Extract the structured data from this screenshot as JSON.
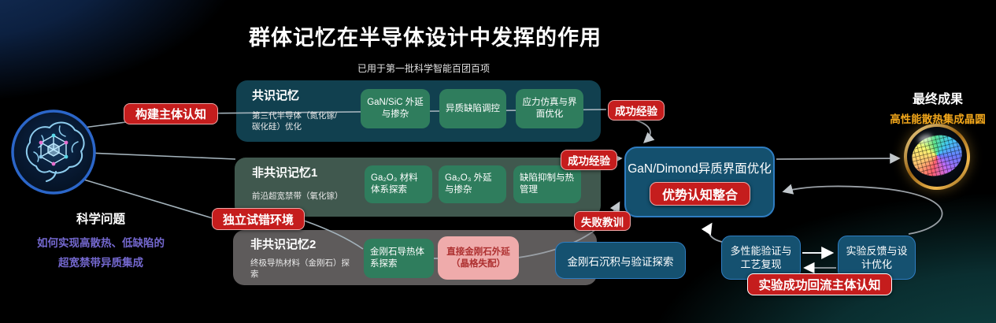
{
  "page": {
    "title": "群体记忆在半导体设计中发挥的作用",
    "subtitle": "已用于第一批科学智能百团百项"
  },
  "problem": {
    "icon": "brain-network-icon",
    "title": "科学问题",
    "desc_line1": "如何实现高散热、低缺陷的",
    "desc_line2": "超宽禁带异质集成"
  },
  "memory_rows": [
    {
      "title": "共识记忆",
      "subtitle": "第三代半导体（氮化镓/碳化硅）优化",
      "boxes": [
        "GaN/SiC 外延与掺杂",
        "异质缺陷调控",
        "应力仿真与界面优化"
      ]
    },
    {
      "title": "非共识记忆1",
      "subtitle": "前沿超宽禁带（氧化镓）",
      "boxes": [
        "Ga₂O₃ 材料体系探索",
        "Ga₂O₃ 外延与掺杂",
        "缺陷抑制与热管理"
      ]
    },
    {
      "title": "非共识记忆2",
      "subtitle": "终极导热材料（金刚石）探索",
      "boxes": [
        "金刚石导热体系探索",
        "直接金刚石外延（晶格失配）"
      ]
    }
  ],
  "labels": {
    "build_cognition": "构建主体认知",
    "independent_trial": "独立试错环境",
    "success_exp_row1": "成功经验",
    "success_exp_row2": "成功经验",
    "failure_lesson": "失败教训",
    "cognition_integration": "优势认知整合",
    "reflow": "实验成功回流主体认知"
  },
  "center_box": {
    "title": "GaN/Dimond异质界面优化"
  },
  "deposition_box": {
    "label": "金刚石沉积与验证探索"
  },
  "validation_loop": {
    "box1": "多性能验证与工艺复现",
    "box2": "实验反馈与设计优化"
  },
  "result": {
    "icon": "wafer-icon",
    "title": "最终成果",
    "highlight": "高性能散热集成晶圆"
  },
  "colors": {
    "badge_red": "#c51d1d",
    "green_box": "#2f7d5d",
    "pink_box_bg": "#efabab",
    "pink_box_text": "#ad2f2f",
    "blue_box_fill": "#155170",
    "blue_box_border": "#2f7dc2",
    "row1_bg": "#11404f",
    "row2_bg": "#40584e",
    "row3_bg": "#5e5b5b",
    "result_orange": "#f2a71b",
    "problem_purple": "#7468cf"
  }
}
